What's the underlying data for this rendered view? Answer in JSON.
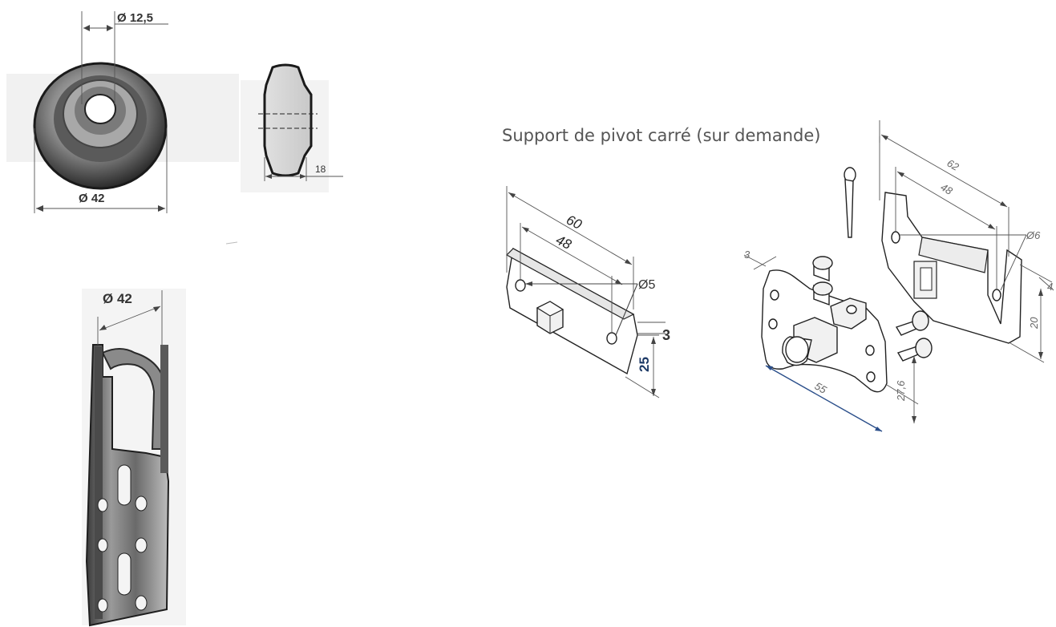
{
  "wheel": {
    "bore_label": "Ø 12,5",
    "outer_label": "Ø 42",
    "width_label": "18"
  },
  "bracket": {
    "diameter_label": "Ø 42"
  },
  "square_pivot": {
    "title": "Support de pivot carré (sur demande)",
    "plate": {
      "length_label": "60",
      "hole_spacing_label": "48",
      "hole_label": "Ø5",
      "thickness_label": "3",
      "height_label": "25"
    },
    "assembly": {
      "thickness_label": "3",
      "length_label": "55",
      "height_label": "27,6"
    },
    "u_bracket": {
      "length_label": "62",
      "hole_spacing_label": "48",
      "hole_label": "Ø6",
      "thickness_label": "4",
      "height_label": "20"
    }
  }
}
